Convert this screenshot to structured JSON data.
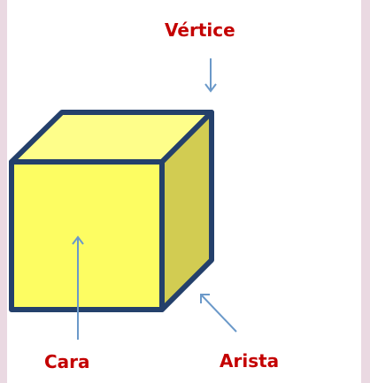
{
  "diagram": {
    "labels": {
      "vertice": "Vértice",
      "cara": "Cara",
      "arista": "Arista"
    },
    "colors": {
      "background": "#ead9e2",
      "panel": "#ffffff",
      "cube_front": "#fdfd62",
      "cube_top": "#fefe8a",
      "cube_side": "#d2cc52",
      "cube_outline": "#24406b",
      "arrows": "#6b99c9",
      "labels": "#c40000"
    }
  }
}
